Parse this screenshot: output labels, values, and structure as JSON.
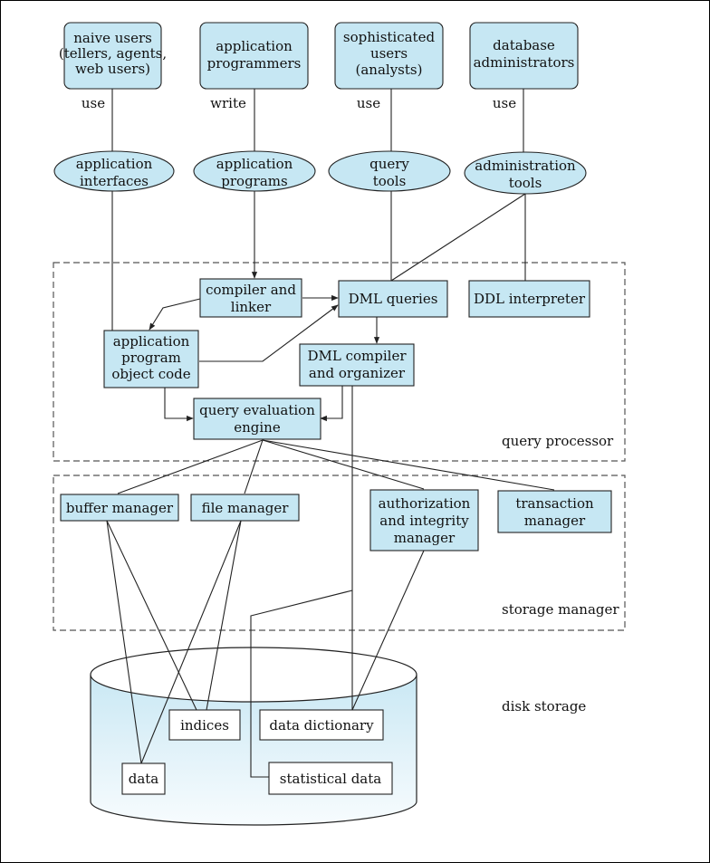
{
  "colors": {
    "box_fill": "#c6e7f3",
    "line": "#222222",
    "disk_fill": "#eaf6fb",
    "white": "#ffffff"
  },
  "users": {
    "naive": [
      "naive users",
      "(tellers, agents,",
      "web users)"
    ],
    "app_programmers": [
      "application",
      "programmers"
    ],
    "sophisticated": [
      "sophisticated",
      "users",
      "(analysts)"
    ],
    "dba": [
      "database",
      "administrators"
    ]
  },
  "edges": {
    "use1": "use",
    "write": "write",
    "use2": "use",
    "use3": "use"
  },
  "tools": {
    "app_interfaces": [
      "application",
      "interfaces"
    ],
    "app_programs": [
      "application",
      "programs"
    ],
    "query_tools": [
      "query",
      "tools"
    ],
    "admin_tools": [
      "administration",
      "tools"
    ]
  },
  "query_processor": {
    "compiler": [
      "compiler and",
      "linker"
    ],
    "dml_queries": [
      "DML queries"
    ],
    "ddl_interpreter": [
      "DDL interpreter"
    ],
    "object_code": [
      "application",
      "program",
      "object code"
    ],
    "dml_compiler": [
      "DML compiler",
      "and organizer"
    ],
    "eval_engine": [
      "query evaluation",
      "engine"
    ],
    "label": "query processor"
  },
  "storage_manager": {
    "buffer": [
      "buffer manager"
    ],
    "file": [
      "file manager"
    ],
    "auth": [
      "authorization",
      "and integrity",
      "manager"
    ],
    "transaction": [
      "transaction",
      "manager"
    ],
    "label": "storage manager"
  },
  "disk": {
    "indices": [
      "indices"
    ],
    "data_dictionary": [
      "data dictionary"
    ],
    "data": [
      "data"
    ],
    "statistical": [
      "statistical data"
    ],
    "label": "disk storage"
  }
}
